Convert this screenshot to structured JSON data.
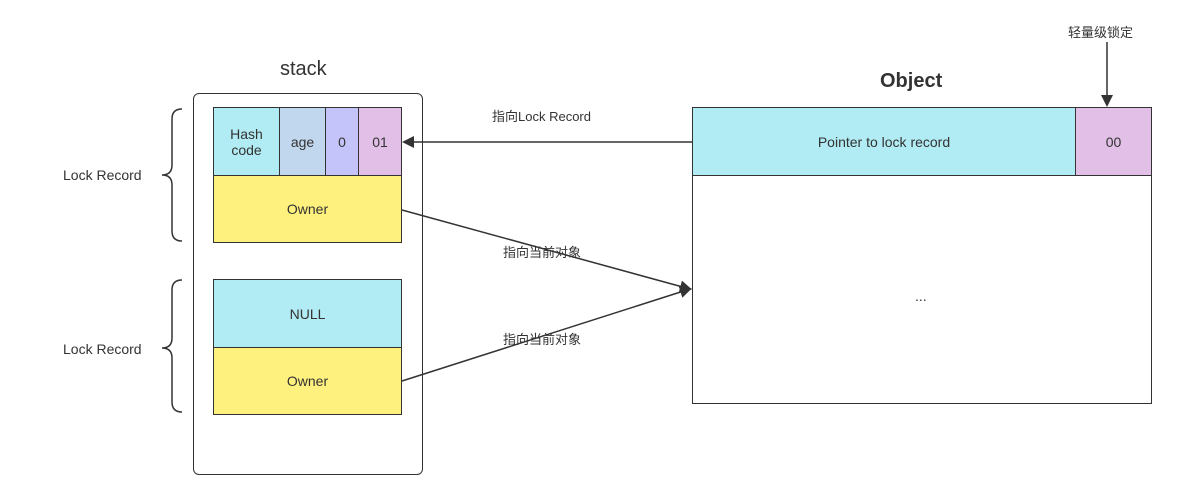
{
  "stack": {
    "title": "stack",
    "record1": {
      "label": "Lock Record",
      "hash_code": "Hash\ncode",
      "age": "age",
      "bias": "0",
      "lock_bits": "01",
      "owner": "Owner"
    },
    "record2": {
      "label": "Lock Record",
      "null": "NULL",
      "owner": "Owner"
    }
  },
  "object": {
    "title": "Object",
    "pointer": "Pointer to lock record",
    "lock_bits": "00",
    "ellipsis": "...",
    "callout": "轻量级锁定"
  },
  "arrows": {
    "to_lock_record": "指向Lock Record",
    "to_object_1": "指向当前对象",
    "to_object_2": "指向当前对象"
  },
  "colors": {
    "cyan": "#b1ebf3",
    "blue": "#c1d7ee",
    "lavender": "#c4c4fb",
    "pink": "#e2bfe6",
    "yellow": "#fff17e",
    "stroke": "#333333"
  }
}
